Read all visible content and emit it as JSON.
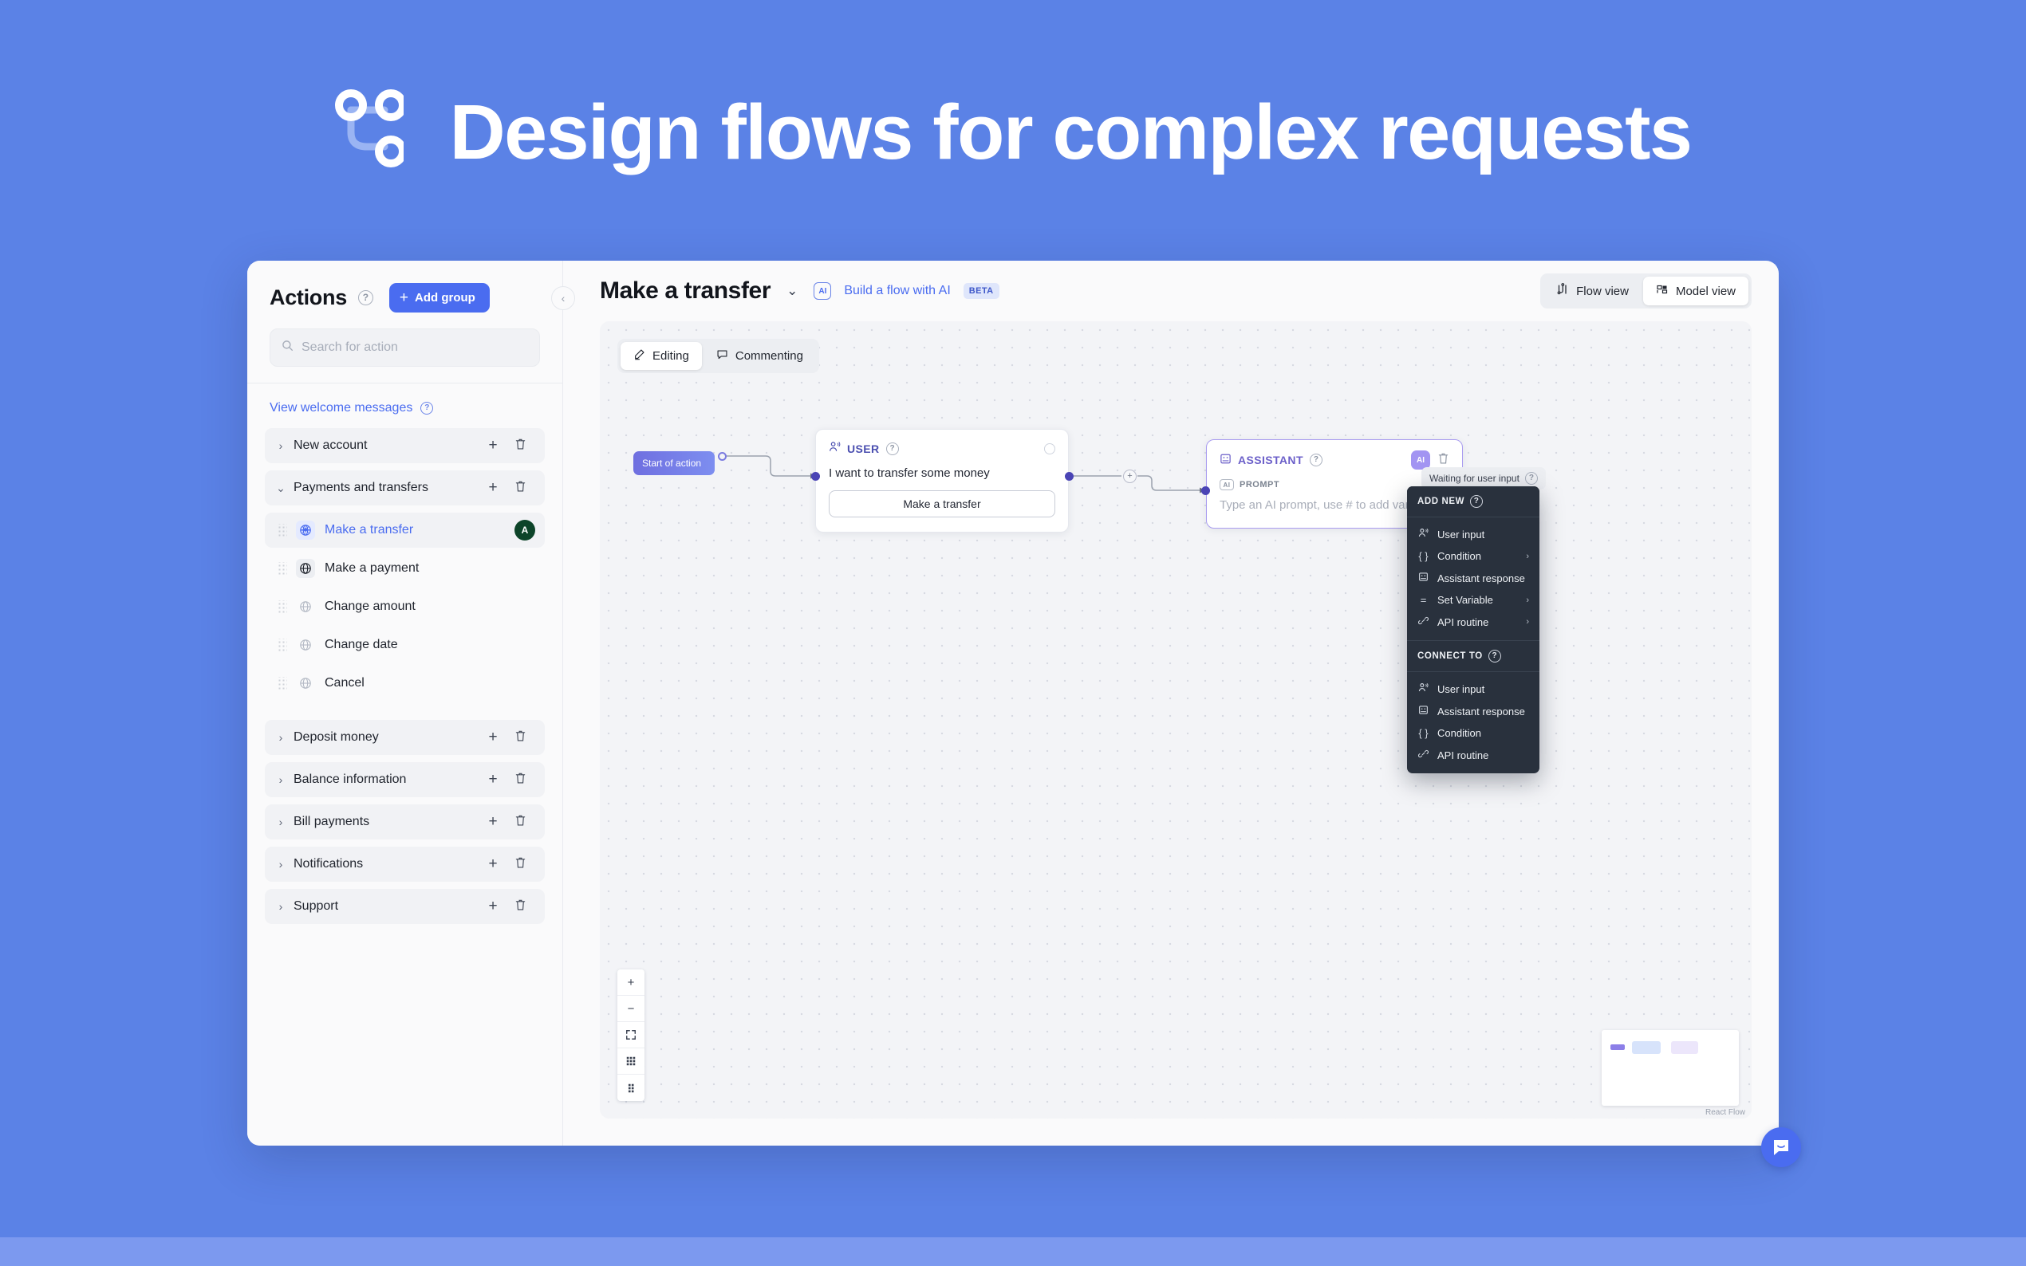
{
  "hero": {
    "title": "Design flows for complex requests",
    "logo_icon": "flow-branch-icon",
    "background_color": "#5b82e6"
  },
  "sidebar": {
    "title": "Actions",
    "title_help_icon": "help-circle-icon",
    "add_group_label": "Add group",
    "add_group_icon": "plus-icon",
    "collapse_icon": "chevron-left-icon",
    "search": {
      "placeholder": "Search for action",
      "value": "",
      "icon": "search-icon"
    },
    "welcome_link": "View welcome messages",
    "welcome_help_icon": "help-circle-icon",
    "groups": [
      {
        "label": "New account",
        "expanded": false,
        "chevron": "›",
        "add_icon": "plus-icon",
        "delete_icon": "trash-icon"
      },
      {
        "label": "Payments and transfers",
        "expanded": true,
        "chevron": "⌄",
        "add_icon": "plus-icon",
        "delete_icon": "trash-icon"
      }
    ],
    "children": [
      {
        "label": "Make a transfer",
        "active": true,
        "icon": "globe-icon",
        "badge": "A"
      },
      {
        "label": "Make a payment",
        "active": false,
        "icon": "globe-icon",
        "badge": ""
      },
      {
        "label": "Change amount",
        "active": false,
        "icon": "globe-icon",
        "badge": ""
      },
      {
        "label": "Change date",
        "active": false,
        "icon": "globe-icon",
        "badge": ""
      },
      {
        "label": "Cancel",
        "active": false,
        "icon": "globe-icon",
        "badge": ""
      }
    ],
    "groups_after": [
      {
        "label": "Deposit money",
        "chevron": "›",
        "add_icon": "plus-icon",
        "delete_icon": "trash-icon"
      },
      {
        "label": "Balance information",
        "chevron": "›",
        "add_icon": "plus-icon",
        "delete_icon": "trash-icon"
      },
      {
        "label": "Bill payments",
        "chevron": "›",
        "add_icon": "plus-icon",
        "delete_icon": "trash-icon"
      },
      {
        "label": "Notifications",
        "chevron": "›",
        "add_icon": "plus-icon",
        "delete_icon": "trash-icon"
      },
      {
        "label": "Support",
        "chevron": "›",
        "add_icon": "plus-icon",
        "delete_icon": "trash-icon"
      }
    ]
  },
  "header": {
    "flow_title": "Make a transfer",
    "title_chevron": "⌄",
    "ai_chip": "AI",
    "build_ai_label": "Build a flow with AI",
    "beta_badge": "BETA",
    "view_toggle": [
      {
        "label": "Flow view",
        "icon": "flow-view-icon",
        "active": false
      },
      {
        "label": "Model view",
        "icon": "model-view-icon",
        "active": true
      }
    ]
  },
  "canvas": {
    "mode_tabs": [
      {
        "label": "Editing",
        "icon": "pencil-icon",
        "active": true
      },
      {
        "label": "Commenting",
        "icon": "comment-icon",
        "active": false
      }
    ],
    "start_pill": "Start of action",
    "user_node": {
      "kind": "USER",
      "kind_icon": "user-speaking-icon",
      "help_icon": "help-circle-icon",
      "status_icon": "circle-outline-icon",
      "message": "I want to transfer some money",
      "button_label": "Make a transfer"
    },
    "assistant_node": {
      "kind": "ASSISTANT",
      "kind_icon": "assistant-face-icon",
      "help_icon": "help-circle-icon",
      "ai_badge": "AI",
      "delete_icon": "trash-icon",
      "prompt_label": "PROMPT",
      "prompt_chip": "AI",
      "prompt_placeholder": "Type an AI prompt, use # to add variables"
    },
    "waiting_pill": "Waiting for user input",
    "waiting_help_icon": "help-circle-icon",
    "add_node_icon": "plus-circle-icon",
    "zoom_controls": [
      {
        "icon": "zoom-in-icon",
        "glyph": "+"
      },
      {
        "icon": "zoom-out-icon",
        "glyph": "−"
      },
      {
        "icon": "fit-view-icon",
        "glyph": "⛶"
      },
      {
        "icon": "grid-icon",
        "glyph": "⁙"
      },
      {
        "icon": "lock-icon",
        "glyph": "⁞"
      }
    ],
    "attribution": "React Flow",
    "chat_bubble_icon": "intercom-chat-icon"
  },
  "context_menu": {
    "sections": [
      {
        "title": "ADD NEW",
        "help_icon": "help-circle-icon",
        "items": [
          {
            "label": "User input",
            "icon": "user-speaking-icon",
            "submenu": false
          },
          {
            "label": "Condition",
            "icon": "braces-icon",
            "submenu": true
          },
          {
            "label": "Assistant response",
            "icon": "assistant-face-icon",
            "submenu": false
          },
          {
            "label": "Set Variable",
            "icon": "equals-icon",
            "submenu": true
          },
          {
            "label": "API routine",
            "icon": "link-icon",
            "submenu": true
          }
        ]
      },
      {
        "title": "CONNECT TO",
        "help_icon": "help-circle-icon",
        "items": [
          {
            "label": "User input",
            "icon": "user-speaking-icon",
            "submenu": false
          },
          {
            "label": "Assistant response",
            "icon": "assistant-face-icon",
            "submenu": false
          },
          {
            "label": "Condition",
            "icon": "braces-icon",
            "submenu": false
          },
          {
            "label": "API routine",
            "icon": "link-icon",
            "submenu": false
          }
        ]
      }
    ],
    "submenu_chevron": "›"
  },
  "colors": {
    "brand_blue": "#4a6cf0",
    "hero_bg": "#5b82e6",
    "assistant_purple": "#a294f2",
    "avatar_green": "#0d4429",
    "menu_dark": "#29313d"
  }
}
